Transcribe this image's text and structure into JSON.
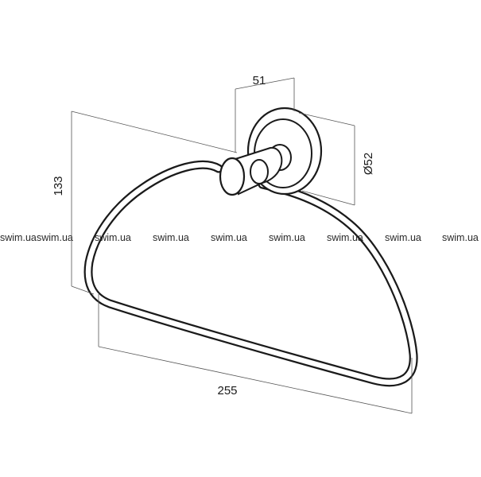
{
  "dimensions": {
    "width": "255",
    "height": "133",
    "depth": "51",
    "diameter": "Ø52"
  },
  "watermark": {
    "text": "swim.ua"
  }
}
